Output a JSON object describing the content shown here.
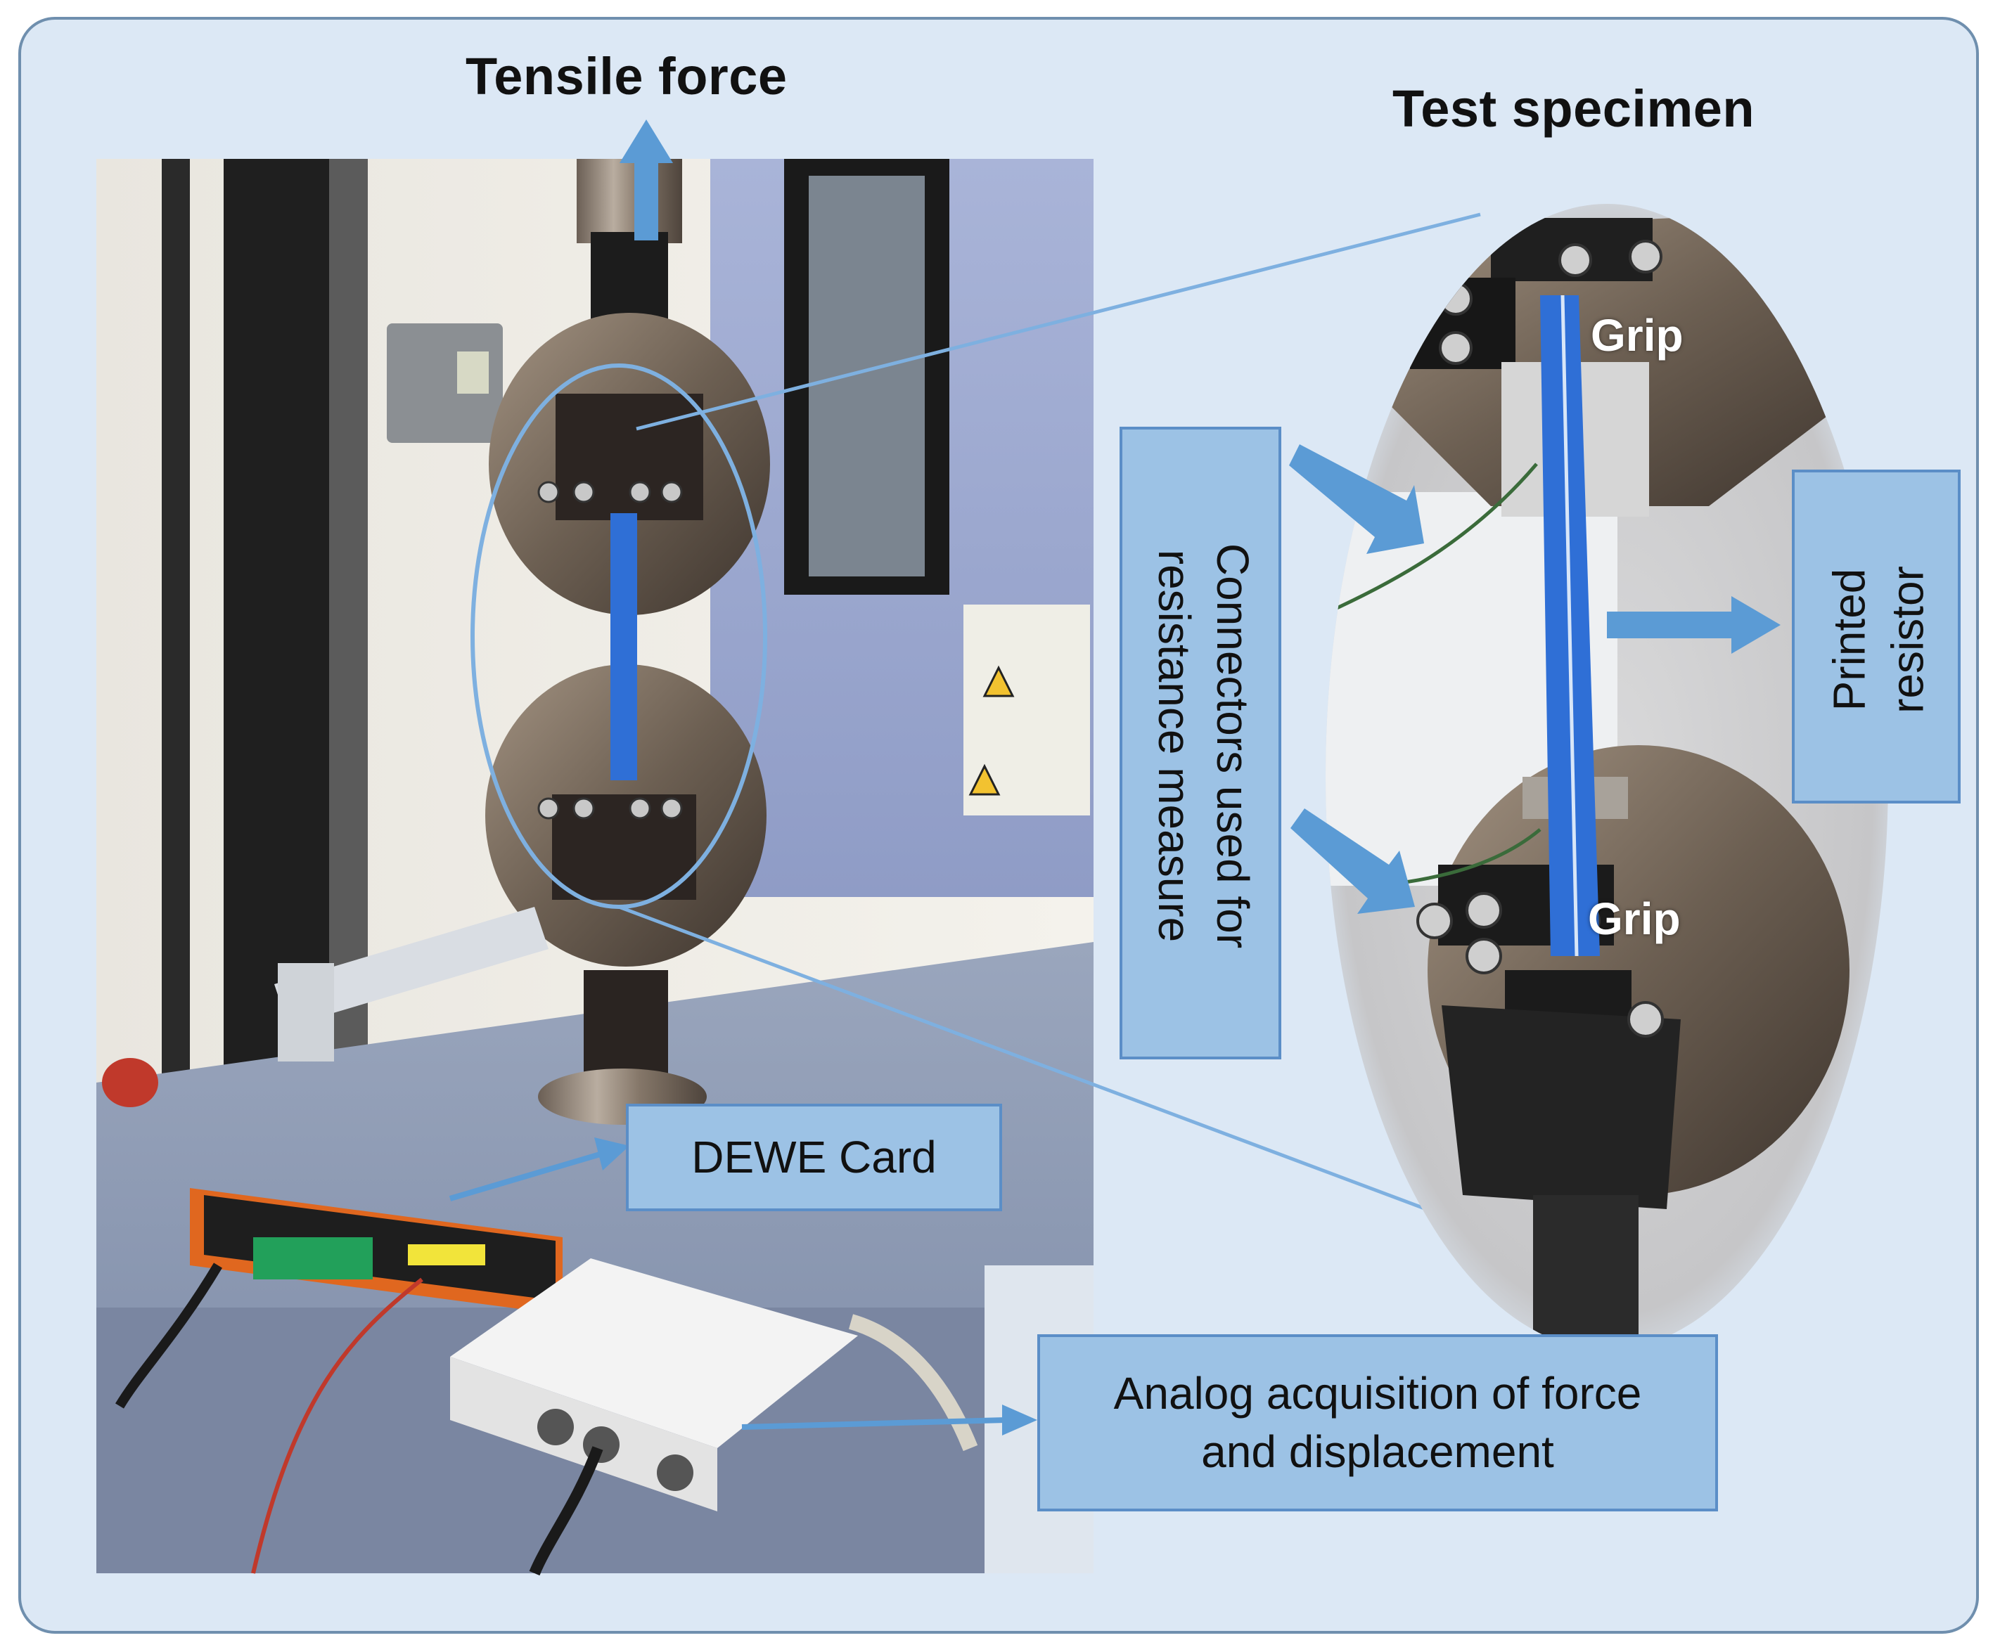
{
  "headings": {
    "tensile_force": "Tensile force",
    "test_specimen": "Test specimen"
  },
  "labels": {
    "grip_top": "Grip",
    "grip_bottom": "Grip",
    "connectors_line1": "Connectors used for",
    "connectors_line2": "resistance measure",
    "printed_resistor_line1": "Printed",
    "printed_resistor_line2": "resistor",
    "dewe_card": "DEWE  Card",
    "analog_line1": "Analog acquisition of force",
    "analog_line2": "and displacement"
  },
  "colors": {
    "frame_background": "#dce8f5",
    "frame_border": "#6f8fae",
    "label_box_fill": "#9cc2e5",
    "label_box_border": "#5b8ec7",
    "arrow_blue": "#5b9bd5",
    "specimen_blue": "#2f6fd6"
  }
}
